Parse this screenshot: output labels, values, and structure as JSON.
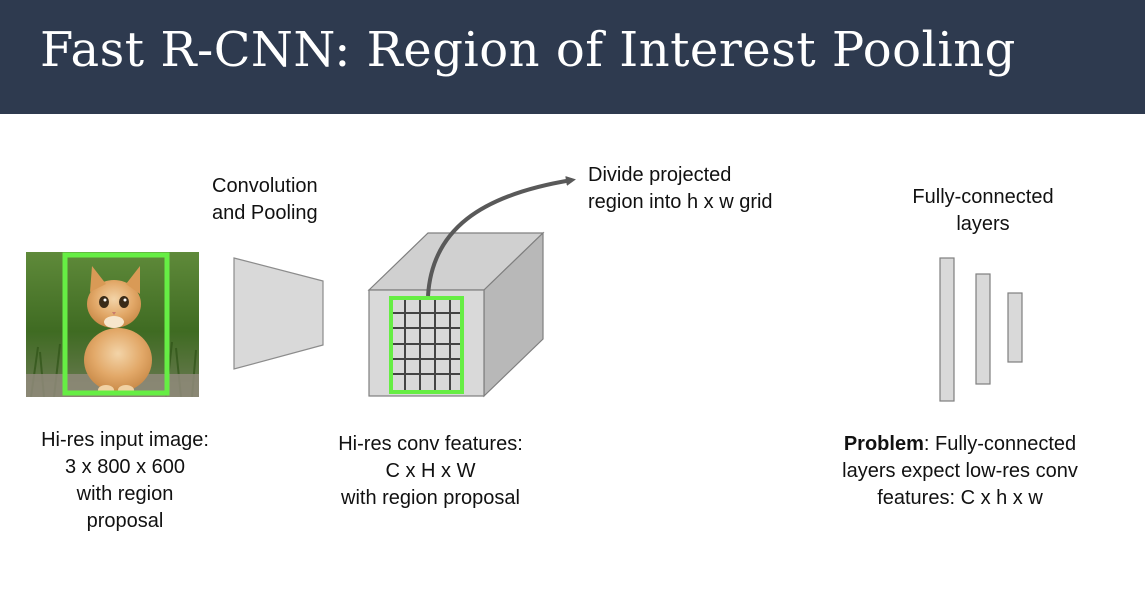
{
  "slide": {
    "title": "Fast R-CNN: Region of Interest Pooling"
  },
  "labels": {
    "conv_pool": [
      "Convolution",
      "and Pooling"
    ],
    "divide": [
      "Divide projected",
      "region into h x w grid"
    ],
    "fc_layers": [
      "Fully-connected",
      "layers"
    ],
    "input_image": [
      "Hi-res input image:",
      "3 x 800 x 600",
      "with region",
      "proposal"
    ],
    "conv_features": [
      "Hi-res conv features:",
      "C x H x W",
      "with region proposal"
    ],
    "problem_bold": "Problem",
    "problem_rest": ": Fully-connected",
    "problem_lines": [
      "layers expect low-res conv",
      "features: C x h x w"
    ]
  },
  "colors": {
    "header_bg": "#2e3a4f",
    "proposal_green": "#66ee44",
    "gray_shape": "#d9d9d9",
    "arrow": "#595959"
  },
  "icons": {
    "input_image": "kitten-photo"
  }
}
